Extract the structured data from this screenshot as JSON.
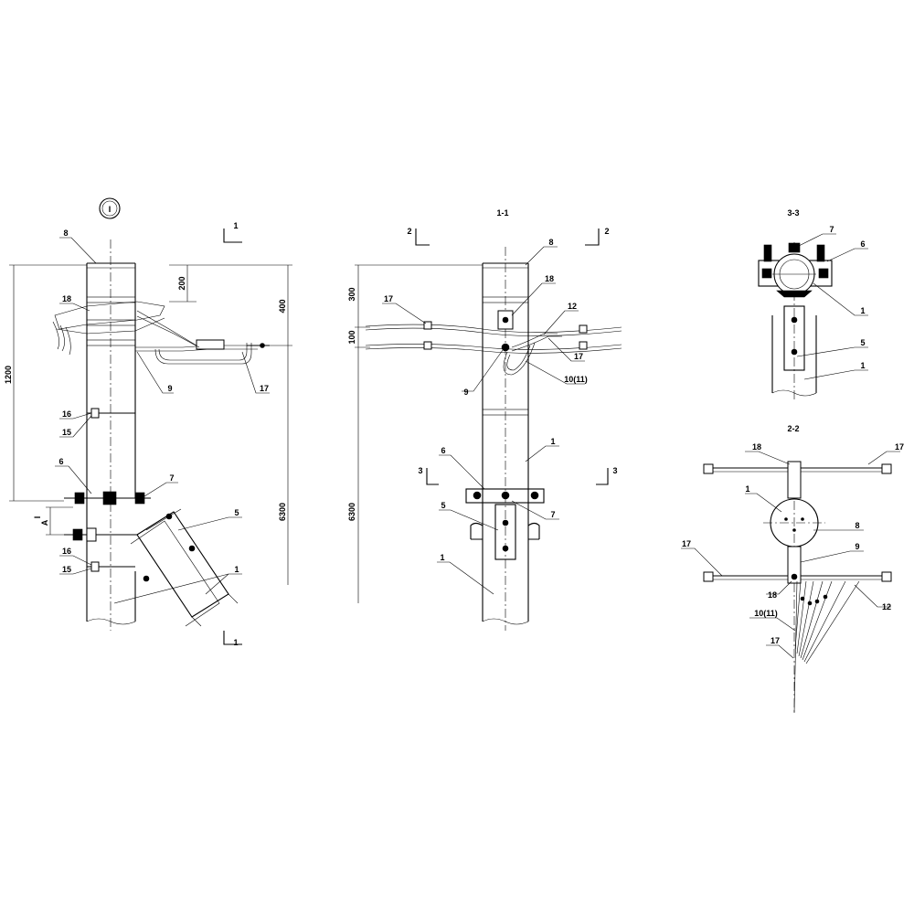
{
  "views": {
    "main": {
      "marker": "I",
      "cut_labels": [
        "1",
        "1"
      ],
      "callouts": [
        "8",
        "18",
        "9",
        "17",
        "16",
        "15",
        "6",
        "7",
        "5",
        "16",
        "15",
        "1"
      ],
      "dims": [
        "1200",
        "200",
        "400",
        "6300",
        "А",
        "I"
      ]
    },
    "section_1_1": {
      "title": "1-1",
      "cut_labels": [
        "2",
        "2",
        "3",
        "3"
      ],
      "callouts": [
        "8",
        "18",
        "17",
        "12",
        "17",
        "9",
        "10(11)",
        "1",
        "6",
        "7",
        "5",
        "1"
      ],
      "dims": [
        "300",
        "100",
        "6300"
      ]
    },
    "section_3_3": {
      "title": "3-3",
      "callouts": [
        "7",
        "6",
        "1",
        "5",
        "1"
      ]
    },
    "section_2_2": {
      "title": "2-2",
      "callouts": [
        "18",
        "17",
        "1",
        "8",
        "9",
        "17",
        "18",
        "12",
        "10(11)",
        "17"
      ]
    }
  }
}
